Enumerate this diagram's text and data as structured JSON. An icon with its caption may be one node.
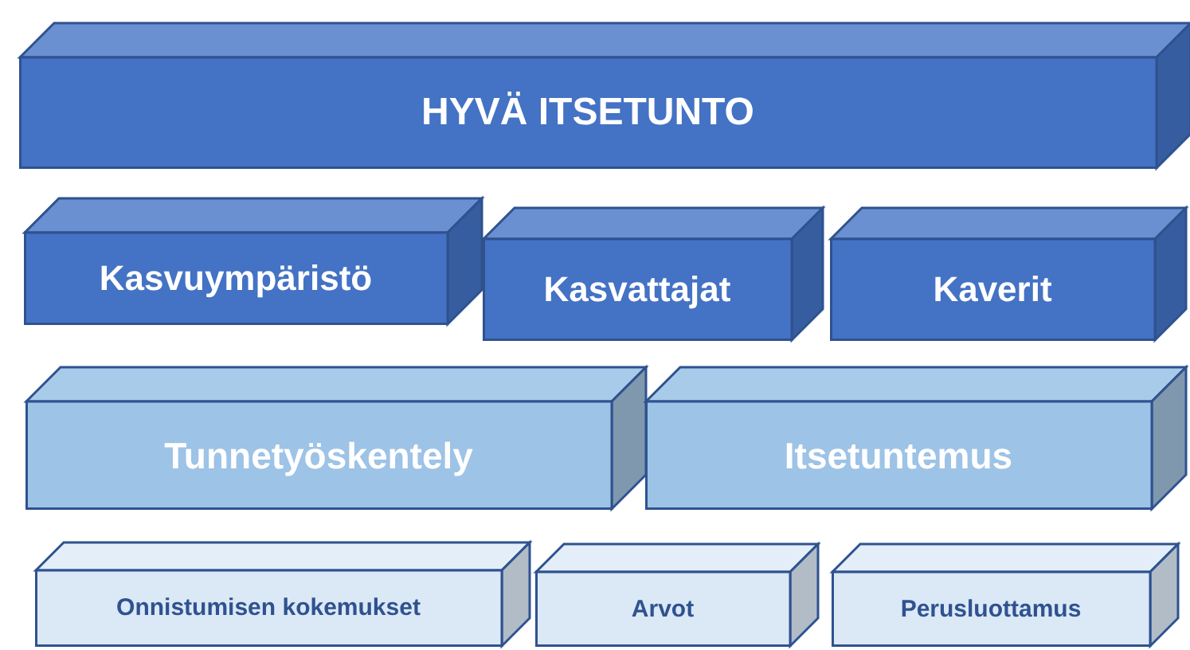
{
  "diagram": {
    "nodes": [
      {
        "text": [
          "HYVÄ ITSETUNTO"
        ]
      },
      {
        "text": [
          "Kasvuympäristö"
        ]
      },
      {
        "text": [
          "Kasvattajat"
        ]
      },
      {
        "text": [
          "Kaverit"
        ]
      },
      {
        "text": [
          "Tunnetyöskentely"
        ]
      },
      {
        "text": [
          "Itsetuntemus"
        ]
      },
      {
        "text": [
          "Onnistumisen kokemukset"
        ]
      },
      {
        "text": [
          "Arvot"
        ]
      },
      {
        "text": [
          "Perusluottamus"
        ]
      }
    ]
  }
}
